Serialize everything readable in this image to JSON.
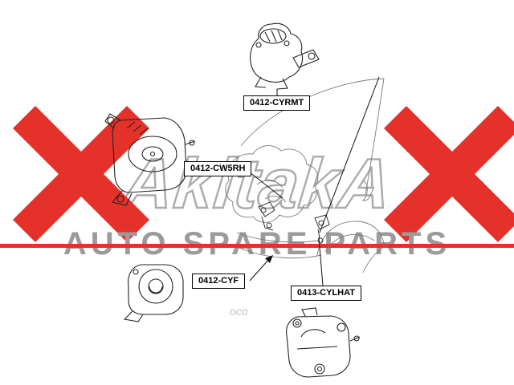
{
  "brand": {
    "name": "AkitakA",
    "tagline": "AUTO SPARE PARTS",
    "watermark_fragment": "oco"
  },
  "colors": {
    "accent_red": "#e4322b",
    "watermark_gray": "#9b9b9b",
    "drawing_line": "#222222",
    "vehicle_line": "#7a7a7a"
  },
  "part_labels": [
    {
      "id": "cyrmt",
      "text": "0412-CYRMT"
    },
    {
      "id": "cw5rh",
      "text": "0412-CW5RH"
    },
    {
      "id": "cyf",
      "text": "0412-CYF"
    },
    {
      "id": "cylhat",
      "text": "0413-CYLHAT"
    }
  ]
}
